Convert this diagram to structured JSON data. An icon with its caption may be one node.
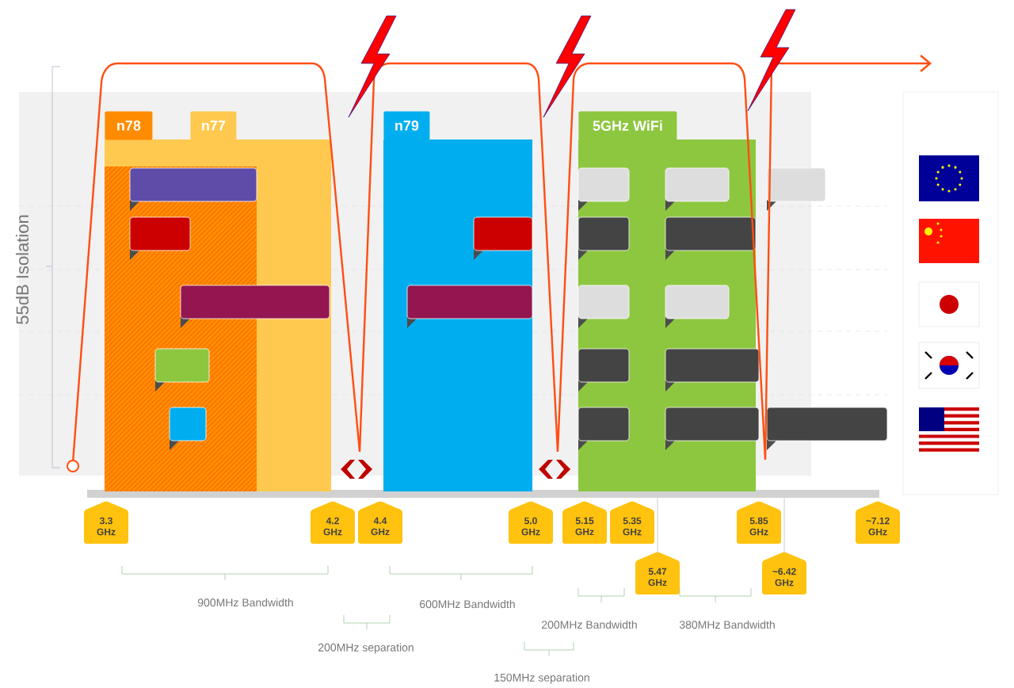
{
  "diagram": {
    "nodes": [
      {
        "text": [
          "n77"
        ]
      },
      {
        "text": [
          "n78"
        ],
        "in": 0
      },
      {
        "text": [
          "n79"
        ]
      },
      {
        "text": [
          "5GHz WiFi"
        ]
      },
      {
        "text": [
          "3.3 GHz"
        ]
      },
      {
        "text": [
          "4.2 GHz"
        ]
      },
      {
        "text": [
          "4.4 GHz"
        ]
      },
      {
        "text": [
          "5.0 GHz"
        ]
      },
      {
        "text": [
          "5.15 GHz"
        ]
      },
      {
        "text": [
          "5.35 GHz"
        ]
      },
      {
        "text": [
          "5.47 GHz"
        ]
      },
      {
        "text": [
          "5.85 GHz"
        ]
      },
      {
        "text": [
          "~6.42 GHz"
        ]
      },
      {
        "text": [
          "~7.12 GHz"
        ]
      },
      {
        "text": [],
        "shape": "bar"
      }
    ],
    "edges": [
      {
        "from": 10,
        "to": 14,
        "arrow": "none"
      },
      {
        "from": 12,
        "to": 14,
        "arrow": "none"
      }
    ],
    "labels": [
      "55dB Isolation",
      "900MHz Bandwidth",
      "600MHz Bandwidth",
      "200MHz separation",
      "200MHz Bandwidth",
      "380MHz Bandwidth",
      "150MHz separation"
    ]
  }
}
